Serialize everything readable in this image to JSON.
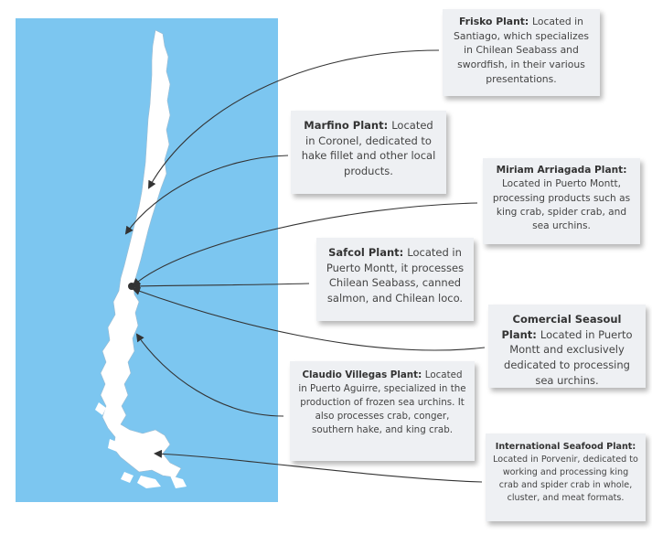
{
  "colors": {
    "sea": "#7cc6f0",
    "land": "#ffffff",
    "card": "#eef0f3",
    "arrow": "#333333"
  },
  "plants": [
    {
      "id": "frisko",
      "title": "Frisko Plant:",
      "text": "Located in Santiago, which specializes in Chilean Seabass and swordfish, in their various presentations."
    },
    {
      "id": "marfino",
      "title": "Marfino Plant:",
      "text": "Located in Coronel, dedicated to hake fillet and other local products."
    },
    {
      "id": "miriam",
      "title": "Miriam Arriagada Plant:",
      "text": "Located in Puerto Montt, processing products such as king crab, spider crab, and sea urchins."
    },
    {
      "id": "safcol",
      "title": "Safcol Plant:",
      "text": "Located in Puerto Montt, it processes Chilean Seabass, canned salmon, and Chilean loco."
    },
    {
      "id": "seasoul",
      "title": "Comercial Seasoul Plant:",
      "text": "Located in Puerto Montt and exclusively dedicated to processing sea urchins."
    },
    {
      "id": "claudio",
      "title": "Claudio Villegas Plant:",
      "text": "Located in Puerto Aguirre, specialized in the production of frozen sea urchins. It also processes crab, conger, southern hake, and king crab."
    },
    {
      "id": "intl",
      "title": "International Seafood Plant:",
      "text": "Located in Porvenir, dedicated to working and processing king crab and spider crab in whole, cluster, and meat formats."
    }
  ]
}
